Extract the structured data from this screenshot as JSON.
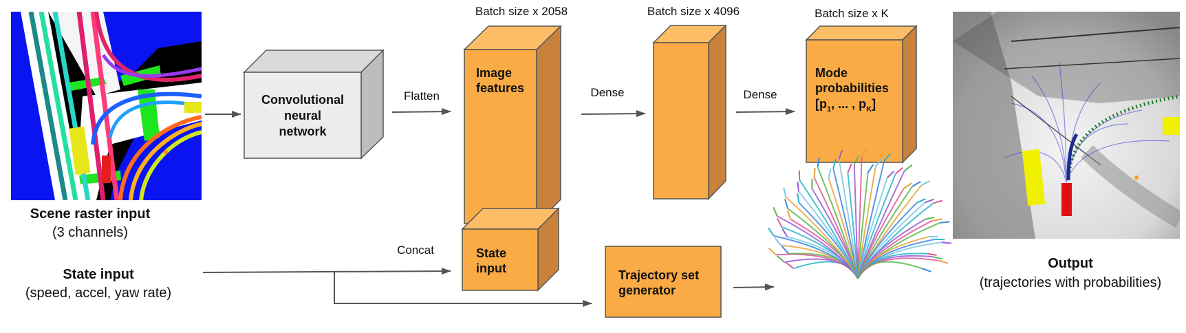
{
  "scene_input": {
    "title": "Scene raster input",
    "subtitle": "(3 channels)"
  },
  "state_input": {
    "title": "State input",
    "subtitle": "(speed, accel, yaw rate)"
  },
  "cnn": {
    "line1": "Convolutional",
    "line2": "neural",
    "line3": "network"
  },
  "edges": {
    "flatten": "Flatten",
    "dense1": "Dense",
    "dense2": "Dense",
    "concat": "Concat"
  },
  "image_features": {
    "size_label": "Batch size x 2058",
    "line1": "Image",
    "line2": "features"
  },
  "state_box": {
    "line1": "State",
    "line2": "input"
  },
  "dense_layer": {
    "size_label": "Batch size x 4096"
  },
  "mode_probs": {
    "size_label": "Batch size x K",
    "line1": "Mode",
    "line2": "probabilities",
    "formula_pre": "[p",
    "sub_1": "1",
    "formula_mid": ", ... , p",
    "sub_k": "K",
    "formula_post": "]"
  },
  "trajectory_generator": {
    "line1": "Trajectory set",
    "line2": "generator"
  },
  "output": {
    "title": "Output",
    "subtitle": "(trajectories with probabilities)"
  },
  "colors": {
    "orange_front": "#fbab45",
    "orange_side": "#c9823b",
    "orange_top": "#fdbd66",
    "gray_front": "#ececec",
    "gray_side": "#bdbdbd",
    "gray_top": "#d9d9d9",
    "arrow": "#555555"
  }
}
